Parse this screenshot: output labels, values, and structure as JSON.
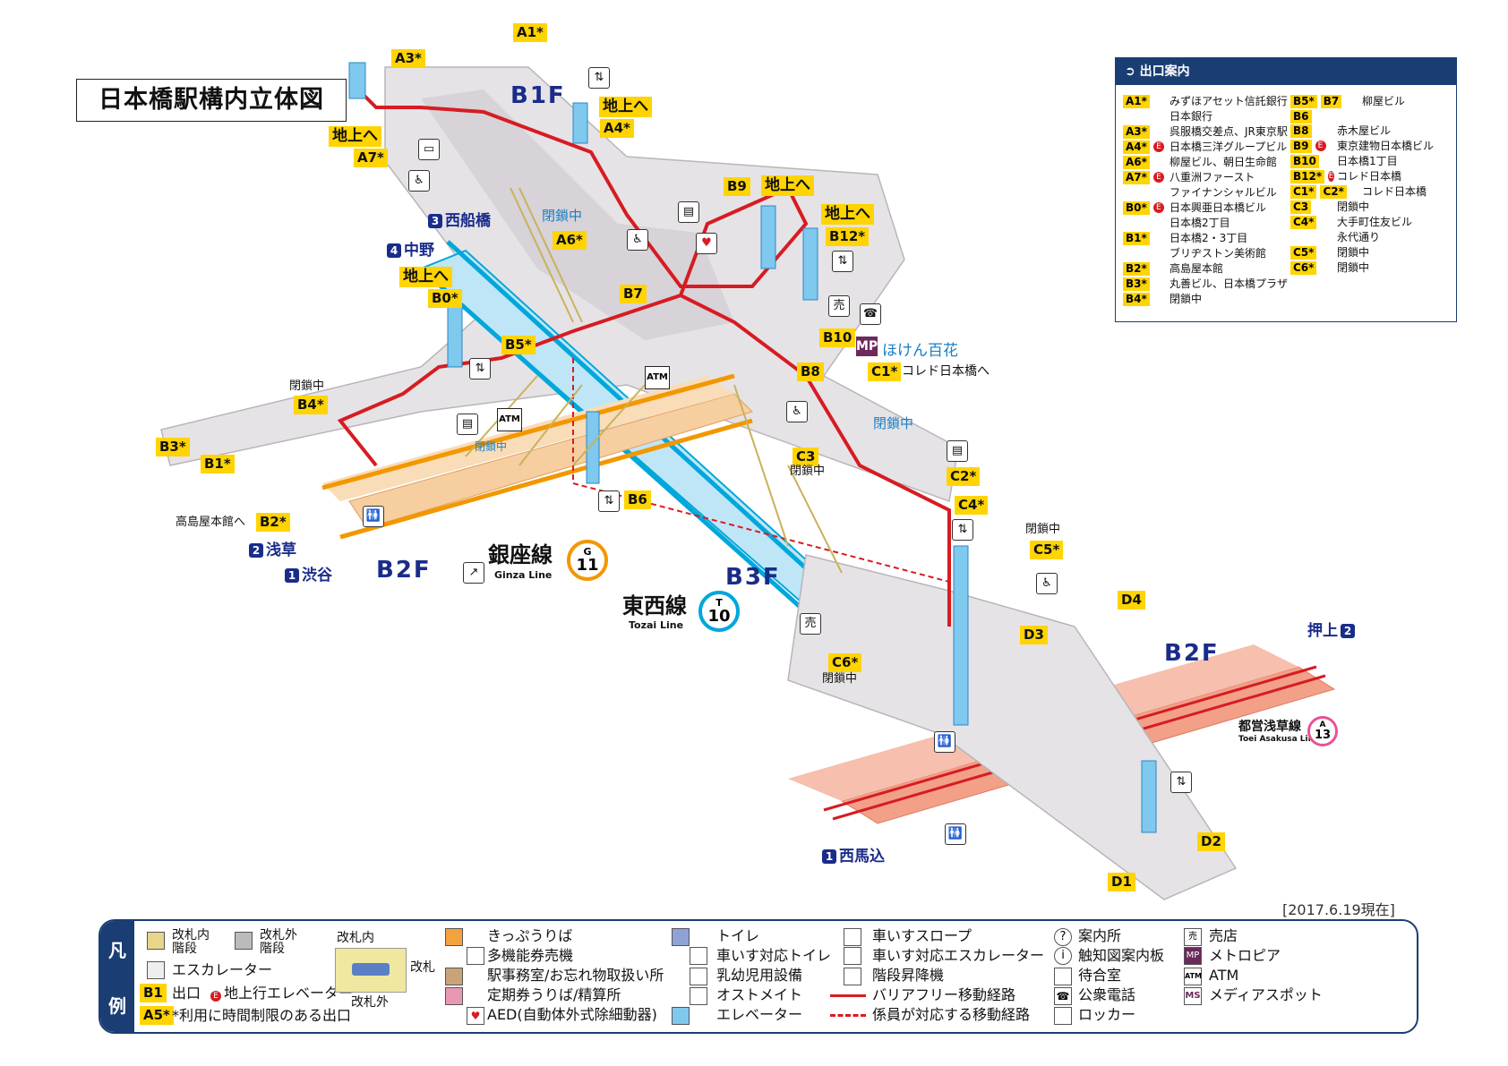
{
  "title": "日本橋駅構内立体図",
  "date": "[2017.6.19現在]",
  "floors": {
    "b1f": "B1F",
    "b2f_ginza": "B2F",
    "b3f": "B3F",
    "b2f_asakusa": "B2F"
  },
  "lines": {
    "ginza": {
      "name": "銀座線",
      "en": "Ginza Line",
      "letter": "G",
      "num": "11",
      "color": "#f39700"
    },
    "tozai": {
      "name": "東西線",
      "en": "Tozai Line",
      "letter": "T",
      "num": "10",
      "color": "#00a7db"
    },
    "asakusa": {
      "name": "都営浅草線",
      "en": "Toei Asakusa Line",
      "letter": "A",
      "num": "13",
      "color": "#e85298"
    }
  },
  "directions": {
    "nishifunabashi": {
      "num": "3",
      "label": "西船橋"
    },
    "nakano": {
      "num": "4",
      "label": "中野"
    },
    "asakusa": {
      "num": "2",
      "label": "浅草"
    },
    "shibuya": {
      "num": "1",
      "label": "渋谷"
    },
    "oshiage": {
      "num": "2",
      "label": "押上"
    },
    "nishimagome": {
      "num": "1",
      "label": "西馬込"
    }
  },
  "map_exits": [
    "A1*",
    "A3*",
    "A4*",
    "A7*",
    "A6*",
    "B9",
    "B12*",
    "B7",
    "B0*",
    "B5*",
    "B10",
    "B8",
    "C1*",
    "B4*",
    "B3*",
    "B1*",
    "B2*",
    "B6",
    "C3",
    "C2*",
    "C4*",
    "C5*",
    "D4",
    "D3",
    "C6*",
    "D2",
    "D1"
  ],
  "map_text": {
    "chijo": "地上へ",
    "heisa": "閉鎖中",
    "takashimaya": "高島屋本館へ",
    "coredo": "コレド日本橋へ",
    "hoken": "ほけん百花",
    "mp": "MP",
    "atm": "ATM"
  },
  "exit_guide": {
    "heading": "出口案内",
    "left": [
      {
        "badge": "A1*",
        "e": false,
        "lines": [
          "みずほアセット信託銀行",
          "日本銀行"
        ]
      },
      {
        "badge": "A3*",
        "e": false,
        "lines": [
          "呉服橋交差点、JR東京駅"
        ]
      },
      {
        "badge": "A4*",
        "e": true,
        "lines": [
          "日本橋三洋グループビル"
        ]
      },
      {
        "badge": "A6*",
        "e": false,
        "lines": [
          "柳屋ビル、朝日生命館"
        ]
      },
      {
        "badge": "A7*",
        "e": true,
        "lines": [
          "八重洲ファースト",
          "ファイナンシャルビル"
        ]
      },
      {
        "badge": "B0*",
        "e": true,
        "lines": [
          "日本興亜日本橋ビル",
          "日本橋2丁目"
        ]
      },
      {
        "badge": "B1*",
        "e": false,
        "lines": [
          "日本橋2・3丁目",
          "ブリヂストン美術館"
        ]
      },
      {
        "badge": "B2*",
        "e": false,
        "lines": [
          "高島屋本館"
        ]
      },
      {
        "badge": "B3*",
        "e": false,
        "lines": [
          "丸善ビル、日本橋プラザ"
        ]
      },
      {
        "badge": "B4*",
        "e": false,
        "lines": [
          "閉鎖中"
        ]
      }
    ],
    "right": [
      {
        "badge": "B5*",
        "badge2": "B7",
        "e": false,
        "lines": [
          "柳屋ビル"
        ]
      },
      {
        "badge": "B6",
        "e": false,
        "lines": [
          ""
        ]
      },
      {
        "badge": "B8",
        "e": false,
        "lines": [
          "赤木屋ビル"
        ]
      },
      {
        "badge": "B9",
        "e": true,
        "lines": [
          "東京建物日本橋ビル"
        ]
      },
      {
        "badge": "B10",
        "e": false,
        "lines": [
          "日本橋1丁目"
        ]
      },
      {
        "badge": "B12*",
        "e": true,
        "lines": [
          "コレド日本橋"
        ]
      },
      {
        "badge": "C1*",
        "badge2": "C2*",
        "e": false,
        "lines": [
          "コレド日本橋"
        ]
      },
      {
        "badge": "C3",
        "e": false,
        "lines": [
          "閉鎖中"
        ]
      },
      {
        "badge": "C4*",
        "e": false,
        "lines": [
          "大手町住友ビル",
          "永代通り"
        ]
      },
      {
        "badge": "C5*",
        "e": false,
        "lines": [
          "閉鎖中"
        ]
      },
      {
        "badge": "C6*",
        "e": false,
        "lines": [
          "閉鎖中"
        ]
      }
    ]
  },
  "legend": {
    "tag": [
      "凡",
      "例"
    ],
    "col1": {
      "stairs_in": "改札内\n階段",
      "stairs_out": "改札外\n階段",
      "escalator": "エスカレーター",
      "exit_badge": "B1",
      "exit": "出口",
      "e_label": "地上行エレベーター",
      "time_badge": "A5*",
      "time": "*利用に時間制限のある出口"
    },
    "gate": {
      "inside": "改札内",
      "gate": "改札",
      "outside": "改札外"
    },
    "col3": [
      "きっぷうりば",
      "多機能券売機",
      "駅事務室/お忘れ物取扱い所",
      "定期券うりば/精算所",
      "AED(自動体外式除細動器)"
    ],
    "col4": [
      "トイレ",
      "車いす対応トイレ",
      "乳幼児用設備",
      "オストメイト",
      "エレベーター"
    ],
    "col5": [
      "車いすスロープ",
      "車いす対応エスカレーター",
      "階段昇降機",
      "バリアフリー移動経路",
      "係員が対応する移動経路"
    ],
    "col6": [
      "案内所",
      "触知図案内板",
      "待合室",
      "公衆電話",
      "ロッカー"
    ],
    "col7": [
      "売店",
      "メトロピア",
      "ATM",
      "メディアスポット"
    ],
    "col7_icons": [
      "売",
      "MP",
      "ATM",
      "MS"
    ]
  },
  "colors": {
    "route": "#d61c22",
    "navy": "#1a3d74",
    "badge": "#ffd400",
    "tozai": "#00a7db",
    "ginza": "#f39700",
    "asakusa": "#f2a088"
  }
}
